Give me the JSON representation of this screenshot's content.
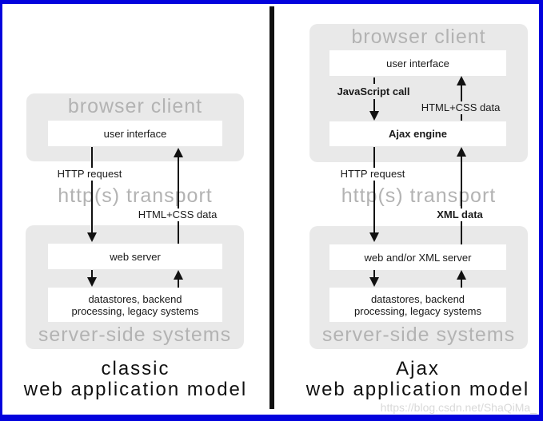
{
  "colors": {
    "frame_border": "#0202dd",
    "divider": "#111111",
    "zone_fill": "#e9e9e9",
    "zone_label_text": "#b3b3b3",
    "diagram_text": "#1a1a1a",
    "watermark_text": "#d9d9d9"
  },
  "left_panel": {
    "browser_zone_label": "browser client",
    "ui_box_label": "user interface",
    "http_request_label": "HTTP request",
    "transport_label": "http(s) transport",
    "response_label": "HTML+CSS data",
    "server_zone_label": "server-side systems",
    "web_server_box_label": "web server",
    "backend_box_line1": "datastores, backend",
    "backend_box_line2": "processing, legacy systems",
    "caption_line1": "classic",
    "caption_line2": "web application model"
  },
  "right_panel": {
    "browser_zone_label": "browser client",
    "ui_box_label": "user interface",
    "js_call_label": "JavaScript call",
    "html_css_label": "HTML+CSS data",
    "ajax_engine_box_label": "Ajax engine",
    "http_request_label": "HTTP request",
    "transport_label": "http(s) transport",
    "xml_data_label": "XML data",
    "server_zone_label": "server-side systems",
    "web_server_box_label": "web and/or XML server",
    "backend_box_line1": "datastores, backend",
    "backend_box_line2": "processing, legacy systems",
    "caption_line1": "Ajax",
    "caption_line2": "web application model"
  },
  "watermark": "https://blog.csdn.net/ShaQiMa_"
}
